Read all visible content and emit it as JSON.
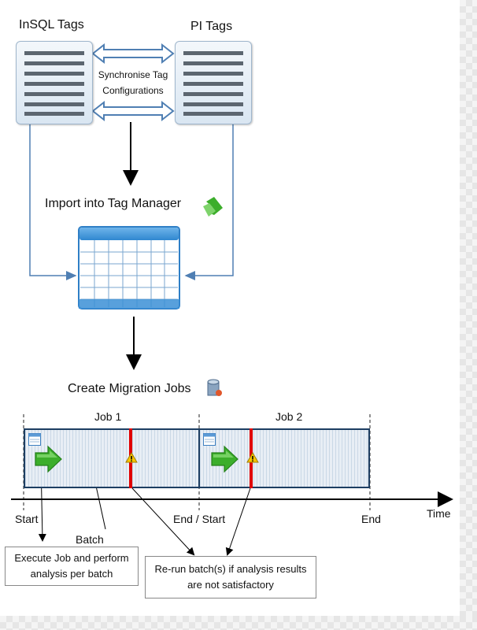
{
  "sources": {
    "insql_title": "InSQL Tags",
    "pi_title": "PI Tags",
    "sync_label_line1": "Synchronise Tag",
    "sync_label_line2": "Configurations"
  },
  "import": {
    "label": "Import into Tag Manager"
  },
  "migration": {
    "label": "Create Migration Jobs"
  },
  "timeline": {
    "job1_label": "Job 1",
    "job2_label": "Job 2",
    "start_label": "Start",
    "end_start_label": "End / Start",
    "end_label": "End",
    "time_label": "Time",
    "batch_label": "Batch"
  },
  "callouts": {
    "execute_line1": "Execute Job and perform",
    "execute_line2": "analysis per batch",
    "rerun_line1": "Re-run batch(s) if analysis results",
    "rerun_line2": "are not satisfactory"
  },
  "colors": {
    "arrow_blue": "#4f7fb3",
    "job_border": "#1d3e62",
    "batch_marker": "#e00000",
    "go_green": "#3cae2b"
  }
}
